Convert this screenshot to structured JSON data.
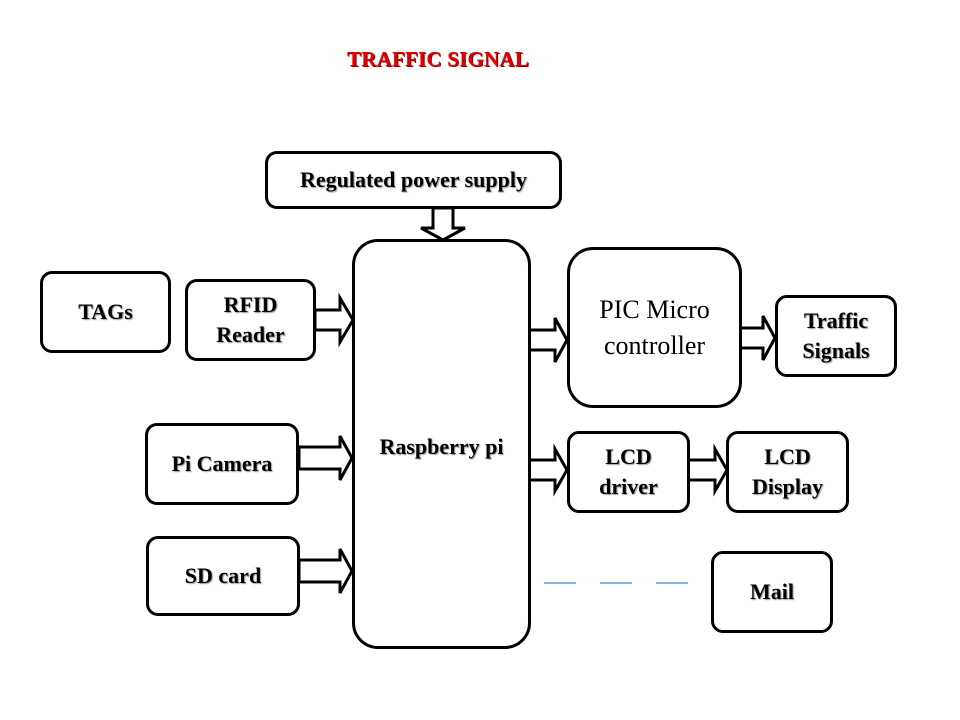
{
  "title": "TRAFFIC SIGNAL",
  "colors": {
    "title": "#e00000",
    "stroke": "#000000",
    "dashed_link": "#5b9bd5"
  },
  "blocks": {
    "power": "Regulated power supply",
    "tags": "TAGs",
    "rfid": "RFID\nReader",
    "camera": "Pi Camera",
    "sdcard": "SD card",
    "raspberry": "Raspberry pi",
    "pic": "PIC Micro\ncontroller",
    "traffic": "Traffic\nSignals",
    "lcd_driver": "LCD\ndriver",
    "lcd_display": "LCD\nDisplay",
    "mail": "Mail"
  }
}
